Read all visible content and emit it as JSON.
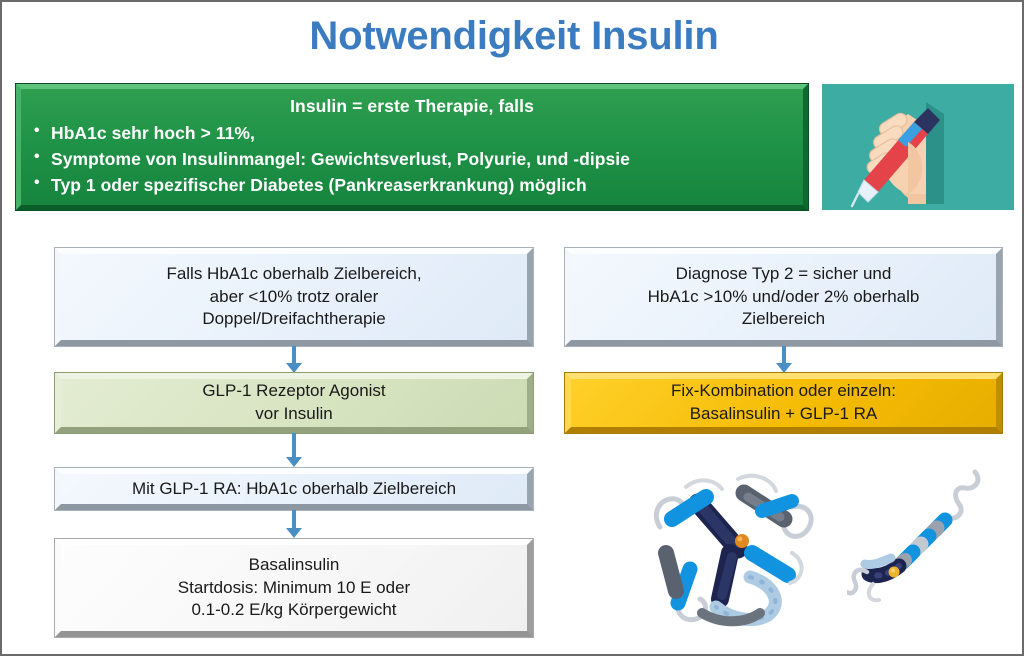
{
  "slide": {
    "title": "Notwendigkeit Insulin",
    "accent_blue": "#3B7CC0",
    "banner_green": "#1f9347",
    "box_orange": "#F5BC05",
    "box_sage": "#D7E4C1",
    "arrow_blue": "#4A8FC4",
    "pen_tile_teal": "#3DADA4"
  },
  "banner": {
    "headline": "Insulin = erste Therapie, falls",
    "bullets": [
      "HbA1c sehr hoch > 11%,",
      "Symptome von Insulinmangel:  Gewichtsverlust,  Polyurie,  und -dipsie",
      "Typ 1 oder spezifischer Diabetes (Pankreaserkrankung) möglich"
    ],
    "icon": "hand-holding-insulin-pen-icon"
  },
  "left_column": {
    "box1": "Falls HbA1c  oberhalb Zielbereich,\naber <10% trotz oraler\nDoppel/Dreifachtherapie",
    "box2": "GLP-1 Rezeptor Agonist\nvor Insulin",
    "box3": "Mit GLP-1 RA:  HbA1c  oberhalb  Zielbereich",
    "box4": "Basalinsulin\nStartdosis: Minimum  10 E oder\n0.1-0.2 E/kg Körpergewicht"
  },
  "right_column": {
    "box1": "Diagnose Typ 2 = sicher und\nHbA1c  >10%  und/oder 2% oberhalb\nZielbereich",
    "box2": "Fix-Kombination  oder einzeln:\nBasalinsulin + GLP-1 RA"
  },
  "figures": {
    "hexamer": "insulin-hexamer-ribbon-icon",
    "peptide": "glp1-peptide-ribbon-icon"
  }
}
